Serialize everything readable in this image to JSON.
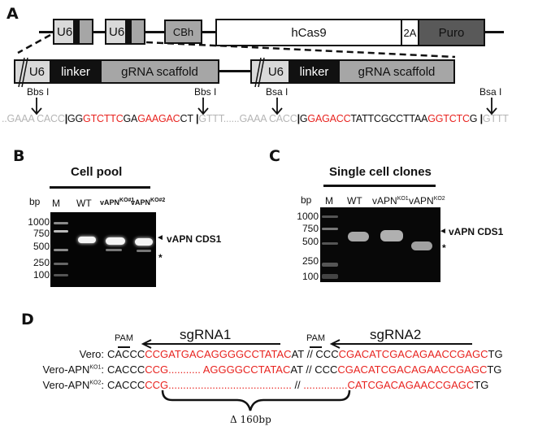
{
  "panels": {
    "A": {
      "label": "A",
      "vector": {
        "boxes": [
          "U6",
          "U6",
          "CBh",
          "hCas9",
          "2A",
          "Puro"
        ]
      },
      "cassette1": {
        "u6": "U6",
        "linker": "linker",
        "scaffold": "gRNA scaffold",
        "site_left": "Bbs I",
        "site_right": "Bbs I"
      },
      "cassette2": {
        "u6": "U6",
        "linker": "linker",
        "scaffold": "gRNA scaffold",
        "site_left": "Bsa I",
        "site_right": "Bsa I"
      },
      "seq1": {
        "prefix": "..GAAA CACC",
        "parts": [
          {
            "t": "GG",
            "c": "blk"
          },
          {
            "t": "GTCTTC",
            "c": "red"
          },
          {
            "t": "GA",
            "c": "blk"
          },
          {
            "t": "GAAGAC",
            "c": "red"
          },
          {
            "t": "CT",
            "c": "blk"
          }
        ],
        "suffix": "GTTT......",
        "mid": "GAAA CACC"
      },
      "seq2": {
        "parts": [
          {
            "t": "G",
            "c": "blk"
          },
          {
            "t": "GAGACC",
            "c": "red"
          },
          {
            "t": "TATTCGCCTTAA",
            "c": "blk"
          },
          {
            "t": "GGTCTC",
            "c": "red"
          },
          {
            "t": "G",
            "c": "blk"
          }
        ],
        "suffix": "GTTT"
      }
    },
    "B": {
      "label": "B",
      "title": "Cell pool",
      "bp_label": "bp",
      "lanes": [
        "M",
        "WT",
        "vAPN",
        "vAPN"
      ],
      "lane_sup": [
        "",
        "",
        "KO#1",
        "KO#2"
      ],
      "ladder": [
        "1000",
        "750",
        "500",
        "250",
        "100"
      ],
      "band_label": "vAPN CDS1",
      "star": "*"
    },
    "C": {
      "label": "C",
      "title": "Single cell clones",
      "bp_label": "bp",
      "lanes": [
        "M",
        "WT",
        "vAPN",
        "vAPN"
      ],
      "lane_sup": [
        "",
        "",
        "KO1",
        "KO2"
      ],
      "ladder": [
        "1000",
        "750",
        "500",
        "250",
        "100"
      ],
      "band_label": "vAPN CDS1",
      "star": "*"
    },
    "D": {
      "label": "D",
      "sgRNA1": "sgRNA1",
      "sgRNA2": "sgRNA2",
      "pam": "PAM",
      "rows": [
        {
          "name": "Vero:",
          "sup": "",
          "parts": [
            {
              "t": "CACCC",
              "c": "blk"
            },
            {
              "t": "CCGATGACAGGGGCCTATAC",
              "c": "red"
            },
            {
              "t": "AT // CCC",
              "c": "blk"
            },
            {
              "t": "CGACATCGACAGAACCGAGC",
              "c": "red"
            },
            {
              "t": "TG",
              "c": "blk"
            }
          ]
        },
        {
          "name": "Vero-APN",
          "sup": "KO1",
          "parts": [
            {
              "t": "CACCC",
              "c": "blk"
            },
            {
              "t": "CCG........... AGGGGCCTATAC",
              "c": "red"
            },
            {
              "t": "AT // CCC",
              "c": "blk"
            },
            {
              "t": "CGACATCGACAGAACCGAGC",
              "c": "red"
            },
            {
              "t": "TG",
              "c": "blk"
            }
          ]
        },
        {
          "name": "Vero-APN",
          "sup": "KO2",
          "parts": [
            {
              "t": "CACCC",
              "c": "blk"
            },
            {
              "t": "CCG..........................................",
              "c": "red"
            },
            {
              "t": " // ",
              "c": "blk"
            },
            {
              "t": "...............CATCGACAGAACCGAGC",
              "c": "red"
            },
            {
              "t": "TG",
              "c": "blk"
            }
          ]
        }
      ],
      "deletion": "Δ 160bp"
    }
  }
}
